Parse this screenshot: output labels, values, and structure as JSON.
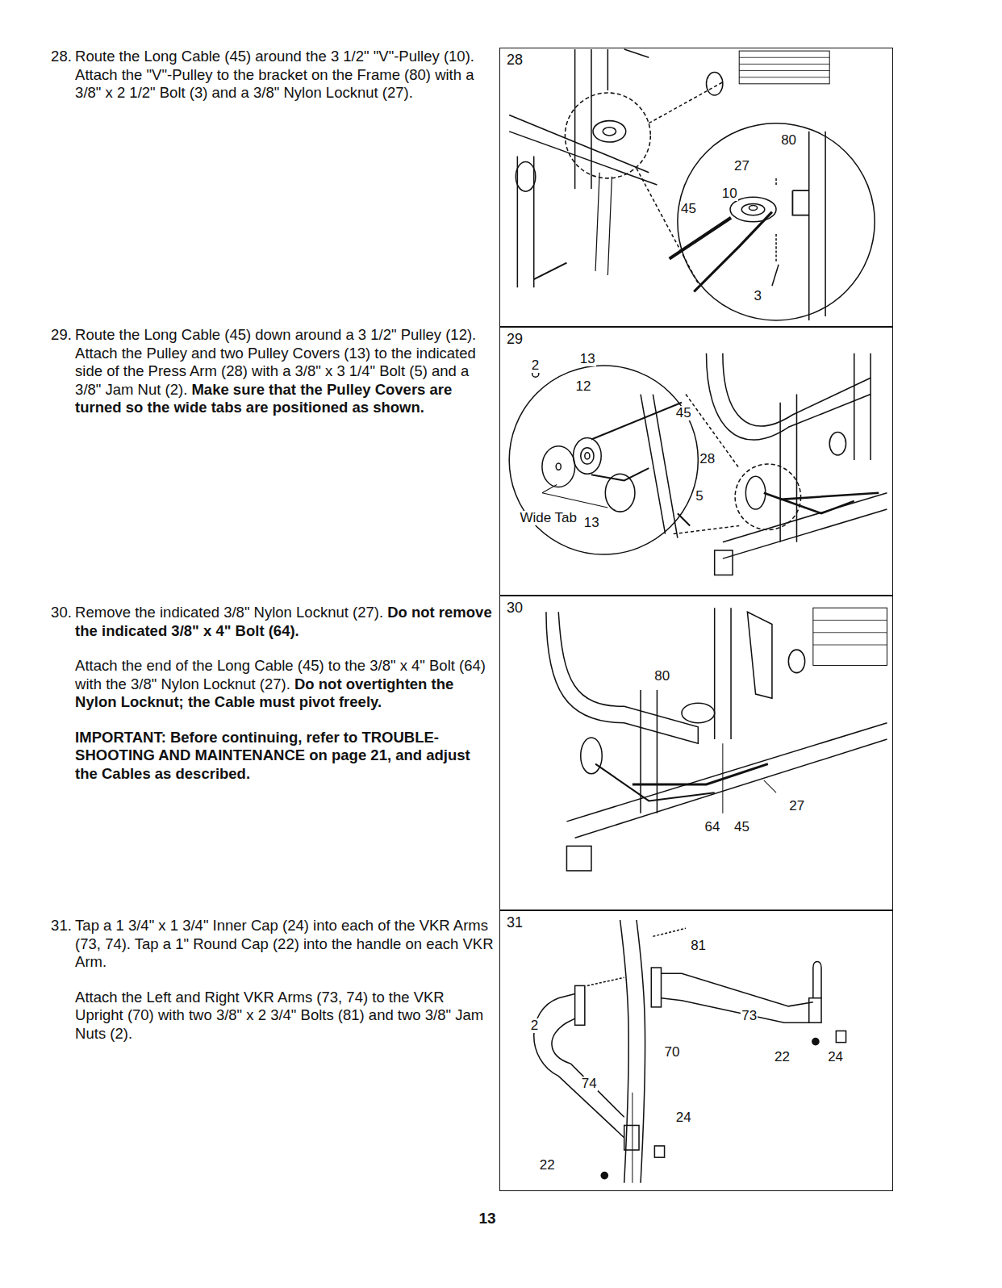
{
  "diagram": {
    "nodes": [
      {
        "text": [
          "28"
        ]
      },
      {
        "text": [
          "29"
        ]
      },
      {
        "text": [
          "30"
        ]
      },
      {
        "text": [
          "31"
        ]
      }
    ],
    "labels": [
      "28.",
      "Route the Long Cable (45) around the 3 1/2\" \"V\"-Pulley (10). Attach the \"V\"-Pulley to the bracket on the Frame (80) with a 3/8\" x 2 1/2\" Bolt (3) and a 3/8\" Nylon Locknut (27).",
      "29.",
      "Route the Long Cable (45) down around a 3 1/2\" Pulley (12). Attach the Pulley and two Pulley Covers (13) to the indicated side of the Press Arm (28) with a 3/8\" x 3 1/4\" Bolt (5) and a 3/8\" Jam Nut (2).",
      "Make sure that the Pulley Covers are turned so the wide tabs are positioned as shown.",
      "30.",
      "Remove the indicated 3/8\" Nylon Locknut (27).",
      "Do not remove the indicated 3/8\" x 4\" Bolt (64).",
      "Attach the end of the Long Cable (45) to the 3/8\" x 4\" Bolt (64) with the 3/8\" Nylon Locknut (27).",
      "Do not overtighten the Nylon Locknut; the Cable must pivot freely.",
      "IMPORTANT: Before continuing, refer to TROUBLE-SHOOTING AND MAINTENANCE on page 21, and adjust the Cables as described.",
      "31.",
      "Tap a 1 3/4\" x 1 3/4\" Inner Cap (24) into each of the VKR Arms (73, 74). Tap a 1\" Round Cap (22) into the handle on each VKR Arm.",
      "Attach the Left and Right VKR Arms (73, 74) to the VKR Upright (70) with two 3/8\" x 2 3/4\" Bolts (81) and two 3/8\" Jam Nuts (2).",
      "13",
      "80",
      "27",
      "10",
      "45",
      "3",
      "2",
      "13",
      "12",
      "45",
      "28",
      "5",
      "Wide Tab",
      "13",
      "80",
      "27",
      "64",
      "45",
      "81",
      "73",
      "2",
      "70",
      "22",
      "24",
      "74",
      "24",
      "22"
    ]
  }
}
